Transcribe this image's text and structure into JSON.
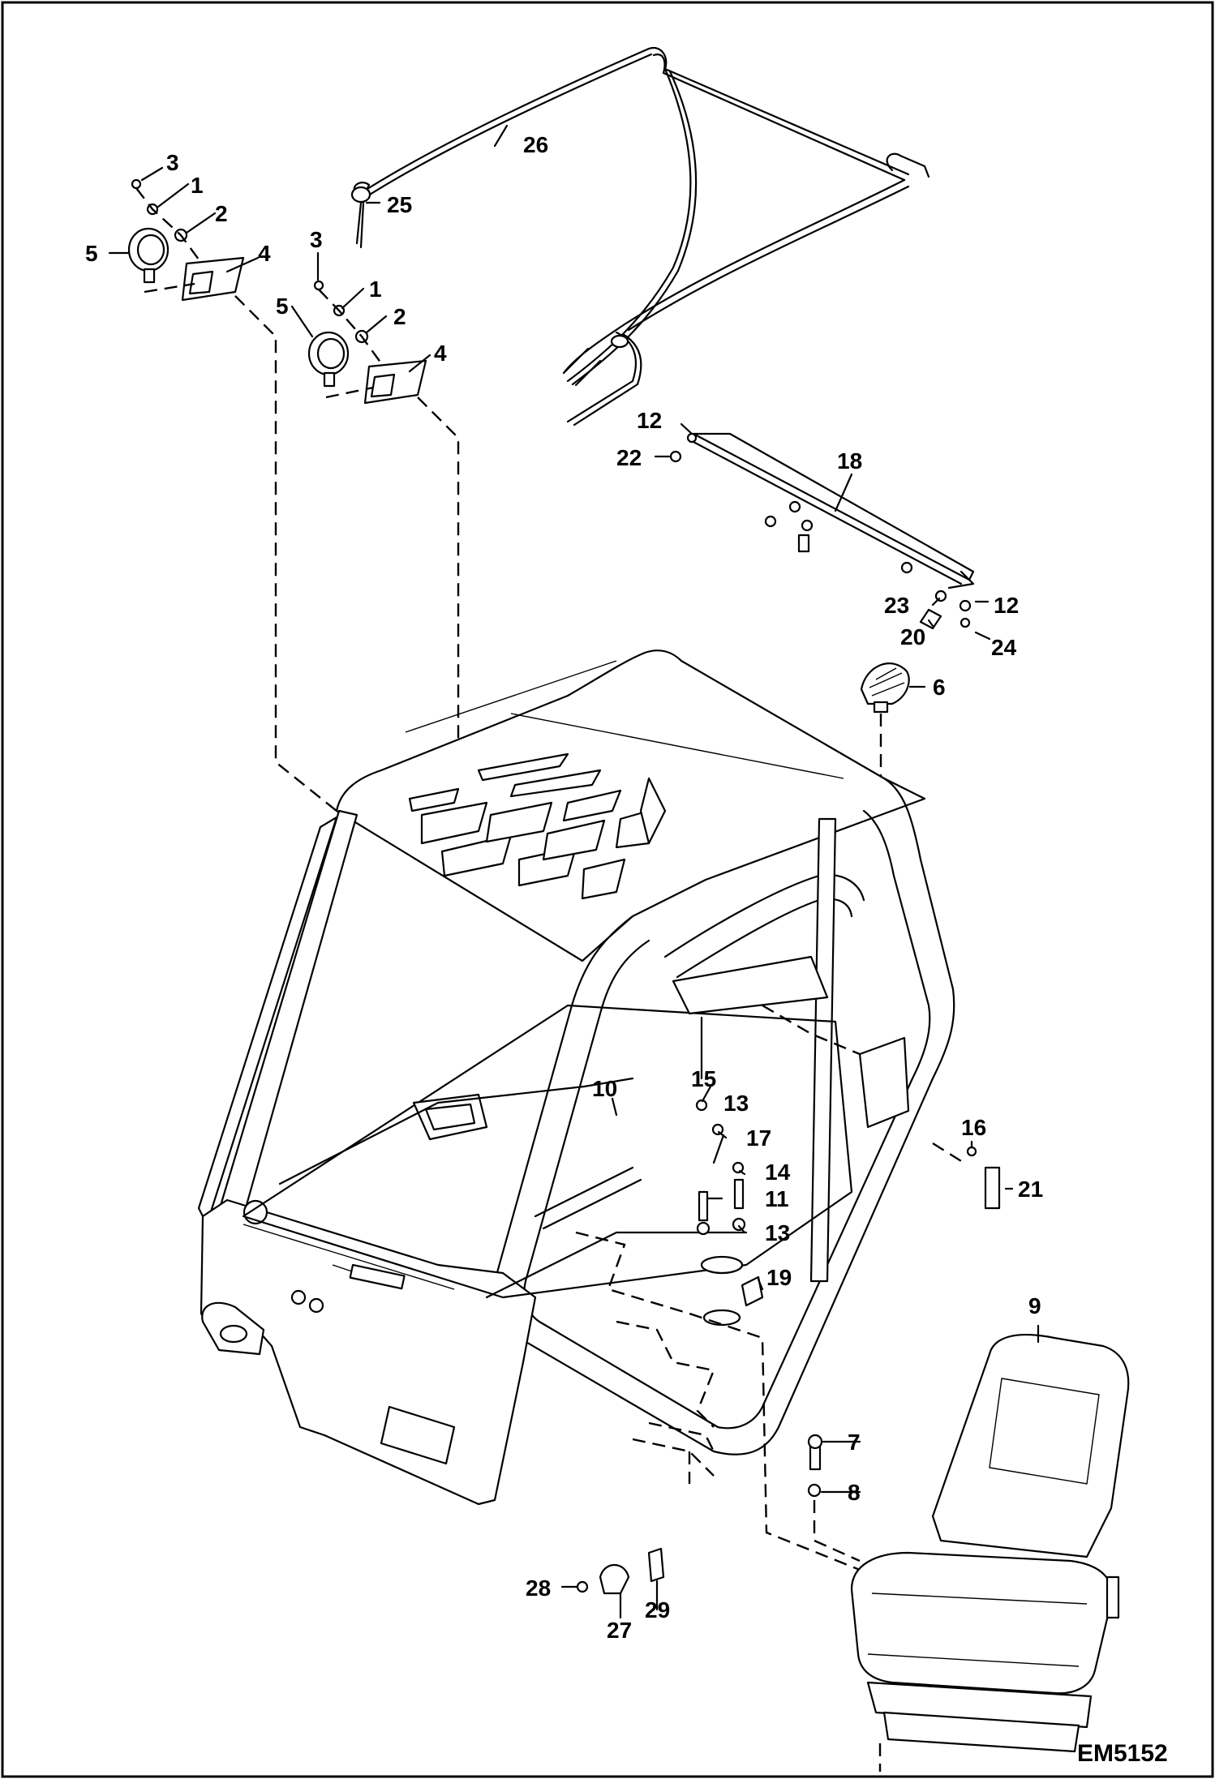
{
  "figure_code": "EM5152",
  "callouts": {
    "c1a": "1",
    "c1b": "1",
    "c2a": "2",
    "c2b": "2",
    "c3a": "3",
    "c3b": "3",
    "c4a": "4",
    "c4b": "4",
    "c5a": "5",
    "c5b": "5",
    "c6": "6",
    "c7": "7",
    "c8": "8",
    "c9": "9",
    "c10": "10",
    "c11": "11",
    "c12a": "12",
    "c12b": "12",
    "c13a": "13",
    "c13b": "13",
    "c14": "14",
    "c15": "15",
    "c16": "16",
    "c17": "17",
    "c18": "18",
    "c19": "19",
    "c20": "20",
    "c21": "21",
    "c22": "22",
    "c23": "23",
    "c24": "24",
    "c25": "25",
    "c26": "26",
    "c27": "27",
    "c28": "28",
    "c29": "29"
  }
}
